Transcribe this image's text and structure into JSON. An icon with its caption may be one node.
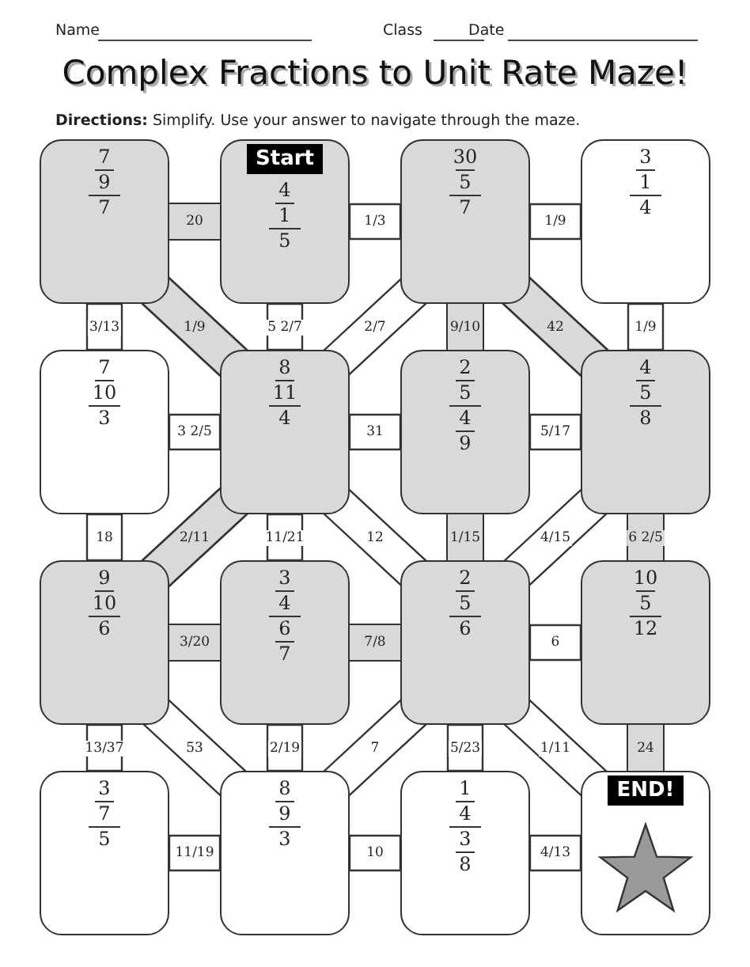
{
  "diagram": {
    "title": "Complex Fractions to Unit Rate Maze!",
    "nodes": [
      {
        "text": [
          "7",
          "9",
          "7"
        ]
      },
      {
        "text": [
          "Start",
          "4",
          "1",
          "5"
        ]
      },
      {
        "text": [
          "30",
          "5",
          "7"
        ]
      },
      {
        "text": [
          "3",
          "1",
          "4"
        ]
      },
      {
        "text": [
          "7",
          "10",
          "3"
        ]
      },
      {
        "text": [
          "8",
          "11",
          "4"
        ]
      },
      {
        "text": [
          "2",
          "5",
          "4",
          "9"
        ]
      },
      {
        "text": [
          "4",
          "5",
          "8"
        ]
      },
      {
        "text": [
          "9",
          "10",
          "6"
        ]
      },
      {
        "text": [
          "3",
          "4",
          "6",
          "7"
        ]
      },
      {
        "text": [
          "2",
          "5",
          "6"
        ]
      },
      {
        "text": [
          "10",
          "5",
          "12"
        ]
      },
      {
        "text": [
          "3",
          "7",
          "5"
        ]
      },
      {
        "text": [
          "8",
          "9",
          "3"
        ]
      },
      {
        "text": [
          "1",
          "4",
          "3",
          "8"
        ]
      },
      {
        "text": [
          "END!"
        ]
      }
    ],
    "edges": [
      {
        "from": 0,
        "to": 1,
        "arrow": "none",
        "label": "20",
        "style": "thick",
        "color": "#d9d9d9"
      },
      {
        "from": 1,
        "to": 2,
        "arrow": "none",
        "label": "1/3"
      },
      {
        "from": 2,
        "to": 3,
        "arrow": "none",
        "label": "1/9"
      },
      {
        "from": 0,
        "to": 4,
        "arrow": "none",
        "label": "3/13"
      },
      {
        "from": 1,
        "to": 5,
        "arrow": "none",
        "label": "5 2/7"
      },
      {
        "from": 2,
        "to": 6,
        "arrow": "none",
        "label": "9/10",
        "style": "thick",
        "color": "#d9d9d9"
      },
      {
        "from": 3,
        "to": 7,
        "arrow": "none",
        "label": "1/9"
      },
      {
        "from": 0,
        "to": 5,
        "arrow": "none",
        "label": "1/9",
        "style": "thick",
        "color": "#d9d9d9"
      },
      {
        "from": 2,
        "to": 5,
        "arrow": "none",
        "label": "2/7"
      },
      {
        "from": 2,
        "to": 7,
        "arrow": "none",
        "label": "42",
        "style": "thick",
        "color": "#d9d9d9"
      },
      {
        "from": 4,
        "to": 5,
        "arrow": "none",
        "label": "3 2/5"
      },
      {
        "from": 5,
        "to": 6,
        "arrow": "none",
        "label": "31"
      },
      {
        "from": 6,
        "to": 7,
        "arrow": "none",
        "label": "5/17"
      },
      {
        "from": 4,
        "to": 8,
        "arrow": "none",
        "label": "18"
      },
      {
        "from": 5,
        "to": 9,
        "arrow": "none",
        "label": "11/21"
      },
      {
        "from": 6,
        "to": 10,
        "arrow": "none",
        "label": "1/15",
        "style": "thick",
        "color": "#d9d9d9"
      },
      {
        "from": 7,
        "to": 11,
        "arrow": "none",
        "label": "6 2/5",
        "style": "thick",
        "color": "#d9d9d9"
      },
      {
        "from": 5,
        "to": 8,
        "arrow": "none",
        "label": "2/11",
        "style": "thick",
        "color": "#d9d9d9"
      },
      {
        "from": 5,
        "to": 10,
        "arrow": "none",
        "label": "12"
      },
      {
        "from": 7,
        "to": 10,
        "arrow": "none",
        "label": "4/15"
      },
      {
        "from": 8,
        "to": 9,
        "arrow": "none",
        "label": "3/20",
        "style": "thick",
        "color": "#d9d9d9"
      },
      {
        "from": 9,
        "to": 10,
        "arrow": "none",
        "label": "7/8",
        "style": "thick",
        "color": "#d9d9d9"
      },
      {
        "from": 10,
        "to": 11,
        "arrow": "none",
        "label": "6"
      },
      {
        "from": 8,
        "to": 12,
        "arrow": "none",
        "label": "13/37"
      },
      {
        "from": 9,
        "to": 13,
        "arrow": "none",
        "label": "2/19"
      },
      {
        "from": 10,
        "to": 14,
        "arrow": "none",
        "label": "5/23"
      },
      {
        "from": 11,
        "to": 15,
        "arrow": "none",
        "label": "24",
        "style": "thick",
        "color": "#d9d9d9"
      },
      {
        "from": 8,
        "to": 13,
        "arrow": "none",
        "label": "53"
      },
      {
        "from": 10,
        "to": 13,
        "arrow": "none",
        "label": "7"
      },
      {
        "from": 10,
        "to": 15,
        "arrow": "none",
        "label": "1/11"
      },
      {
        "from": 12,
        "to": 13,
        "arrow": "none",
        "label": "11/19"
      },
      {
        "from": 13,
        "to": 14,
        "arrow": "none",
        "label": "10"
      },
      {
        "from": 14,
        "to": 15,
        "arrow": "none",
        "label": "4/13"
      }
    ],
    "labels": [
      "Name",
      "Class",
      "Date",
      "**Directions:** Simplify. Use your answer to navigate through the maze."
    ]
  }
}
